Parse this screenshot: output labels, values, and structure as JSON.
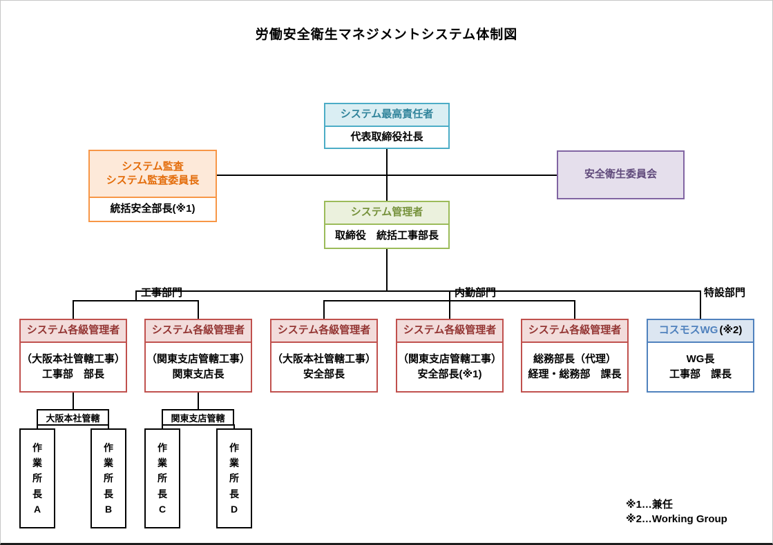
{
  "page": {
    "title": "労働安全衛生マネジメントシステム体制図"
  },
  "colors": {
    "line": "#000000",
    "teal_border": "#4BACC6",
    "teal_fill": "#DAEEF3",
    "teal_text": "#31849B",
    "orange_border": "#F79646",
    "orange_fill": "#FDE9D9",
    "orange_text": "#E36C0A",
    "purple_border": "#8064A2",
    "purple_fill": "#E5DFEC",
    "purple_text": "#604A7B",
    "green_border": "#9BBB59",
    "green_fill": "#EBF1DD",
    "green_text": "#76923C",
    "red_border": "#C0504D",
    "red_fill": "#F2DCDB",
    "red_text": "#943634",
    "blue_border": "#4F81BD",
    "blue_fill": "#DCE6F1",
    "blue_text": "#4F81BD"
  },
  "nodes": {
    "top_officer": {
      "header": "システム最高責任者",
      "body": "代表取締役社長"
    },
    "audit": {
      "header": "システム監査\nシステム監査委員長",
      "body": "統括安全部長(※1)"
    },
    "committee": {
      "label": "安全衛生委員会"
    },
    "manager": {
      "header": "システム管理者",
      "body": "取締役　統括工事部長"
    },
    "managers": [
      {
        "header": "システム各級管理者",
        "body": "（大阪本社管轄工事）\n工事部　部長"
      },
      {
        "header": "システム各級管理者",
        "body": "（関東支店管轄工事）\n関東支店長"
      },
      {
        "header": "システム各級管理者",
        "body": "（大阪本社管轄工事）\n安全部長"
      },
      {
        "header": "システム各級管理者",
        "body": "（関東支店管轄工事）\n安全部長(※1)"
      },
      {
        "header": "システム各級管理者",
        "body": "総務部長（代理）\n経理・総務部　課長"
      }
    ],
    "wg": {
      "title": "コスモスWG",
      "note": "(※2)",
      "body": "WG長\n工事部　課長"
    }
  },
  "branches": {
    "construction": "工事部門",
    "office": "内勤部門",
    "special": "特設部門"
  },
  "group_labels": {
    "osaka": "大阪本社管轄",
    "kanto": "関東支店管轄"
  },
  "site_managers": [
    "作\n業\n所\n長\nA",
    "作\n業\n所\n長\nB",
    "作\n業\n所\n長\nC",
    "作\n業\n所\n長\nD"
  ],
  "legend": {
    "line1": "※1…兼任",
    "line2": "※2…Working Group"
  }
}
